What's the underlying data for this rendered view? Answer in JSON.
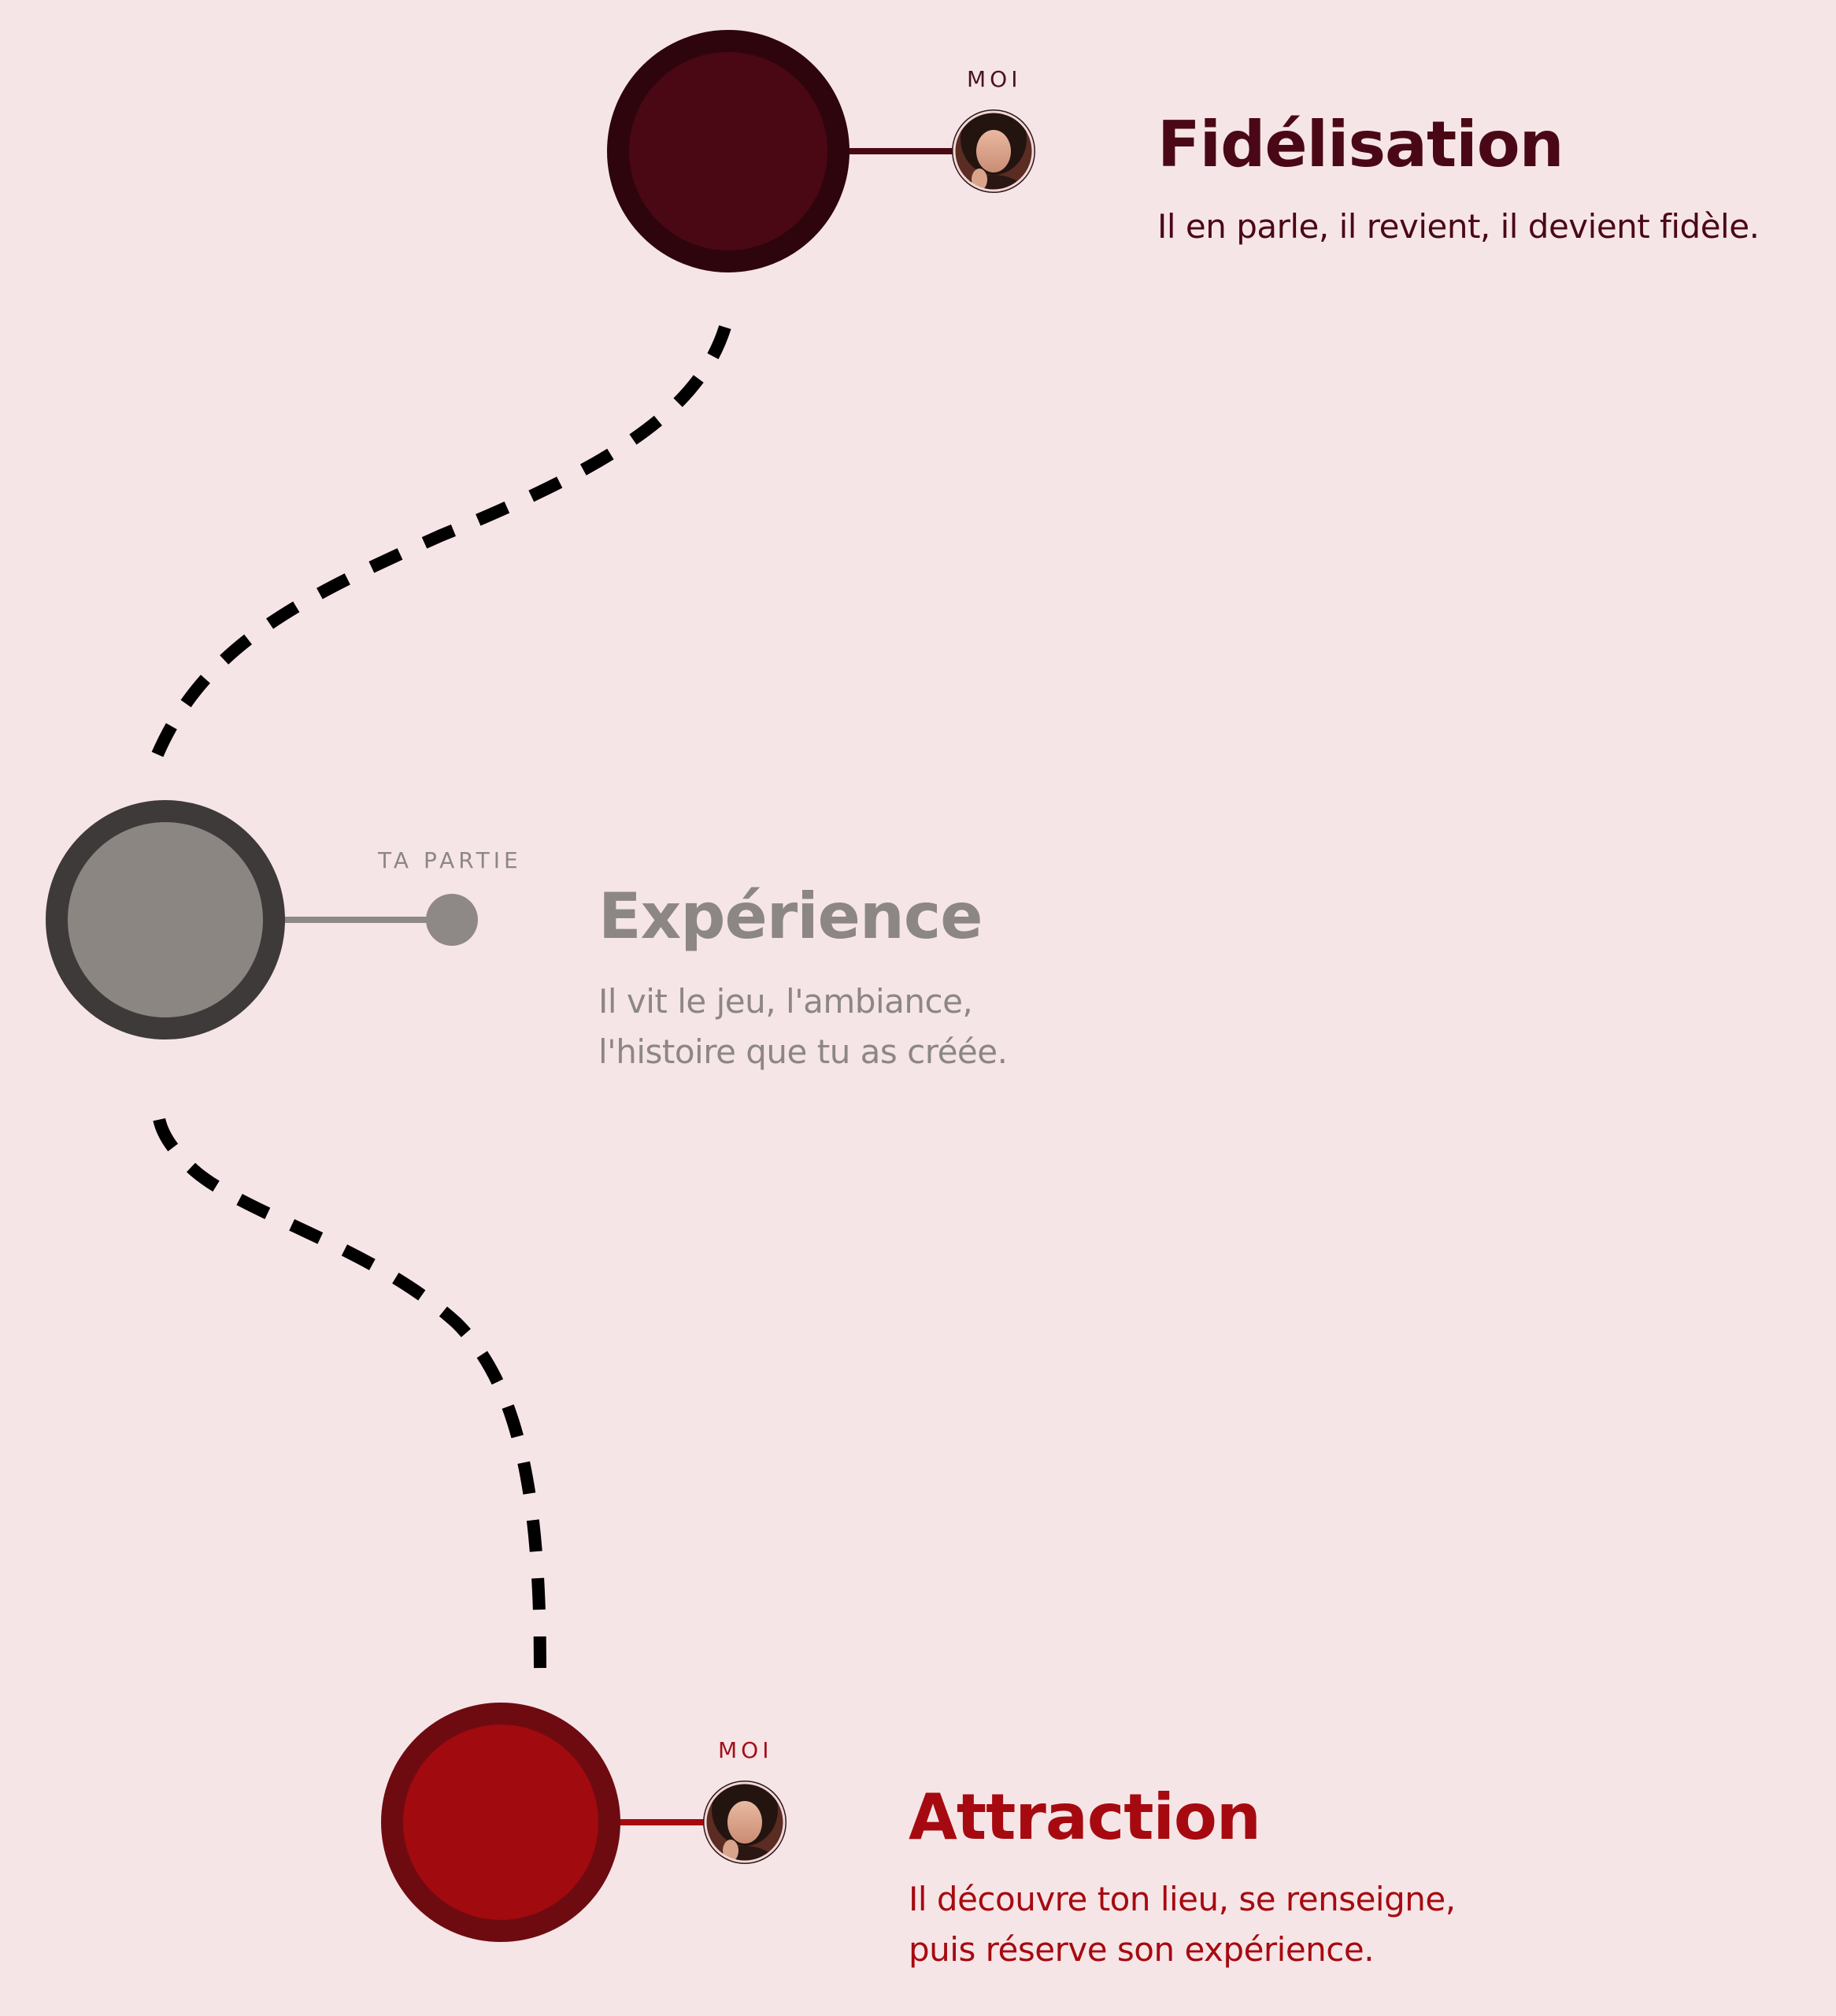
{
  "stages": [
    {
      "id": "fidelisation",
      "role": "MOI",
      "title": "Fidélisation",
      "description_lines": [
        "Il en parle, il revient, il devient fidèle."
      ],
      "ring_color": "#2e050d",
      "fill_color": "#4a0714",
      "connector_color": "#4a0714",
      "end_marker": "avatar-photo"
    },
    {
      "id": "experience",
      "role": "TA PARTIE",
      "title": "Expérience",
      "description_lines": [
        "Il vit le jeu, l'ambiance,",
        "l'histoire que tu as créée."
      ],
      "ring_color": "#3d3a39",
      "fill_color": "#8b8681",
      "connector_color": "#8e8986",
      "end_marker": "dot"
    },
    {
      "id": "attraction",
      "role": "MOI",
      "title": "Attraction",
      "description_lines": [
        "Il découvre ton lieu, se renseigne,",
        "puis réserve son expérience."
      ],
      "ring_color": "#6e0b11",
      "fill_color": "#a10a0e",
      "connector_color": "#a60a10",
      "end_marker": "avatar-photo"
    }
  ],
  "path": {
    "style": "dashed",
    "color": "#000000"
  },
  "background_color": "#f6e5e7"
}
